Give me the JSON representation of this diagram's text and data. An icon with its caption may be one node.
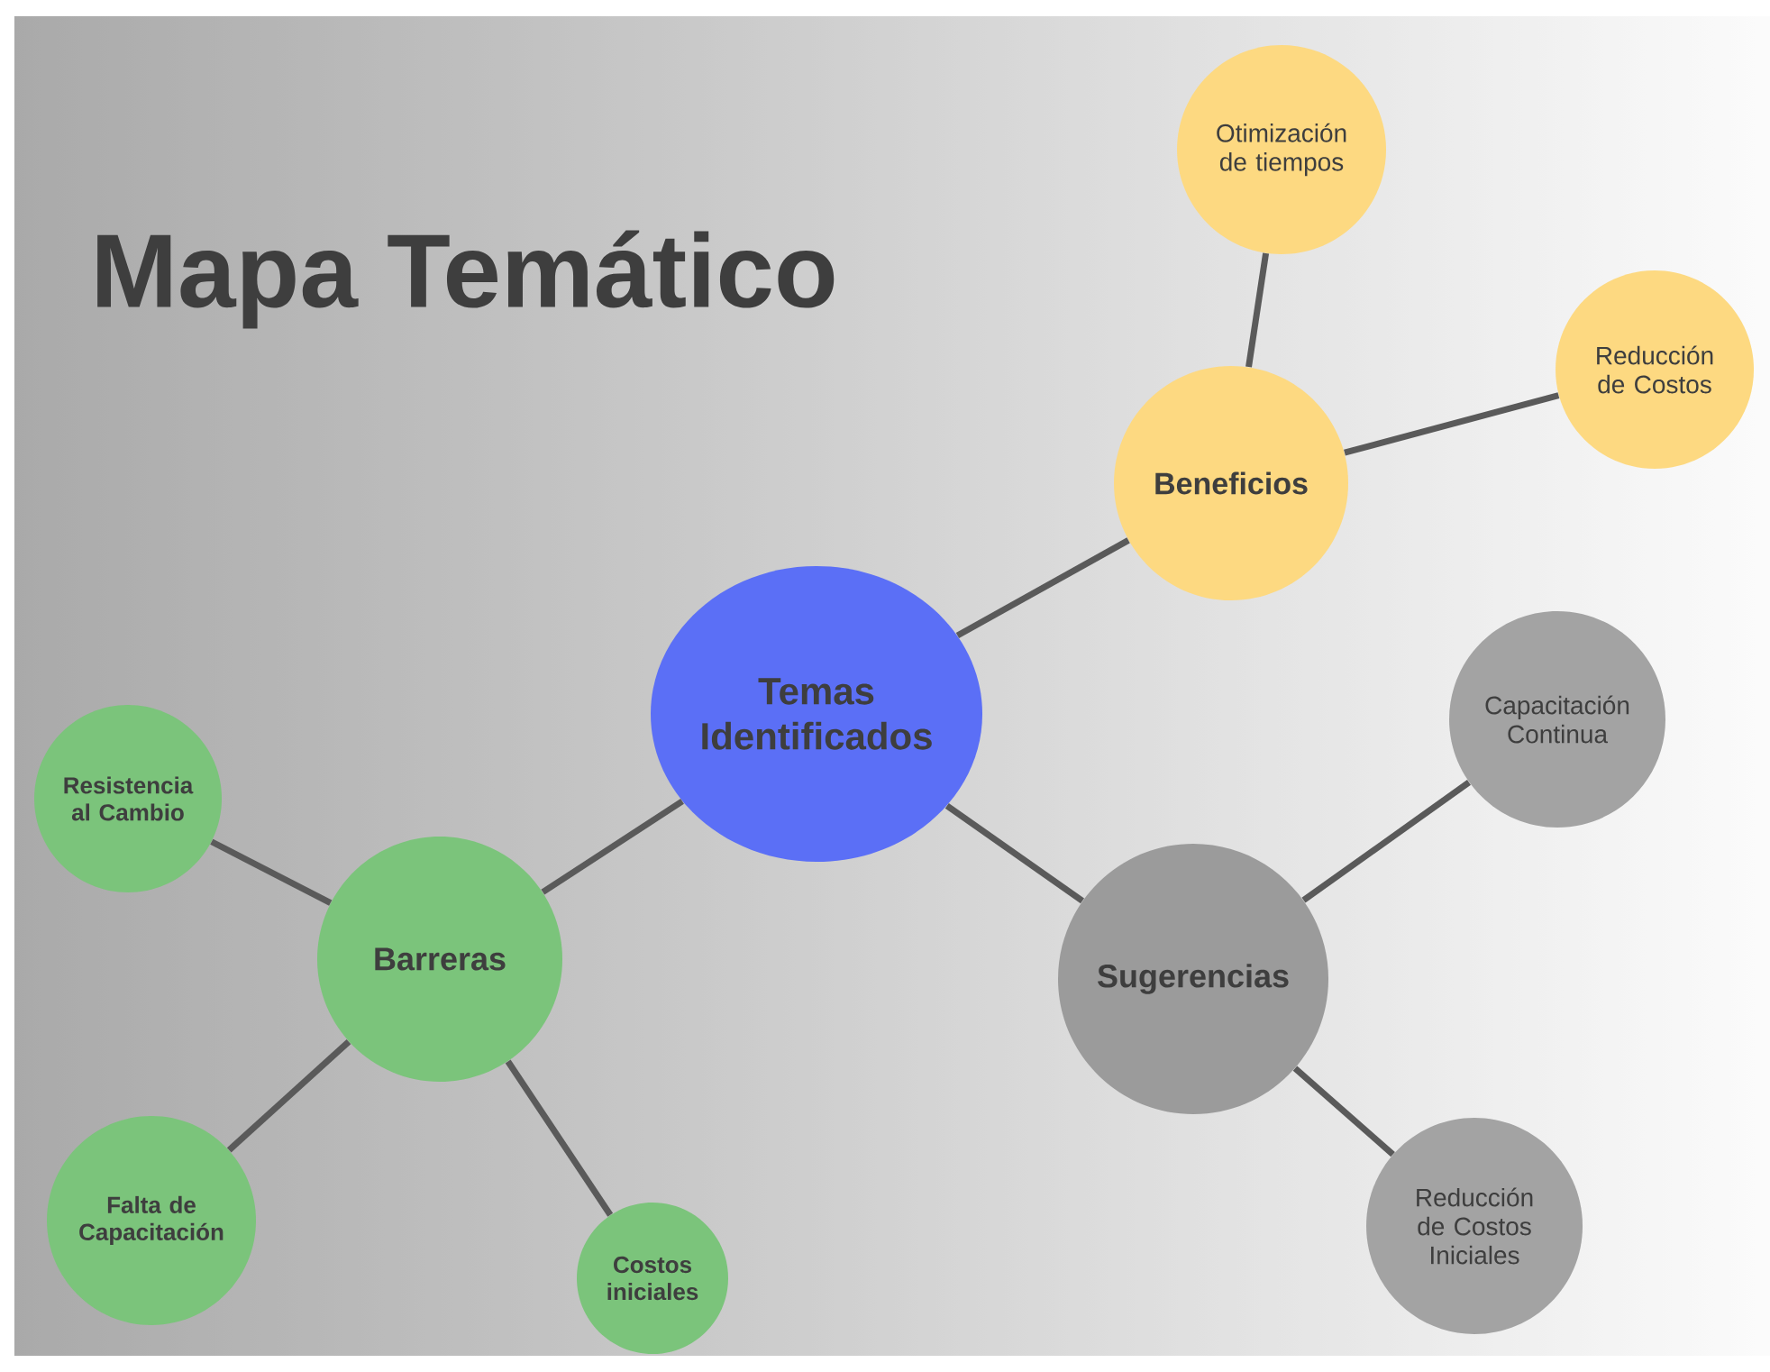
{
  "diagram": {
    "title": "Mapa Temático",
    "nodes": [
      {
        "text": [
          "Temas Identificados"
        ]
      },
      {
        "text": [
          "Beneficios"
        ]
      },
      {
        "text": [
          "Otimización de tiempos"
        ]
      },
      {
        "text": [
          "Reducción de Costos"
        ]
      },
      {
        "text": [
          "Sugerencias"
        ]
      },
      {
        "text": [
          "Capacitación Continua"
        ]
      },
      {
        "text": [
          "Reducción de Costos Iniciales"
        ]
      },
      {
        "text": [
          "Barreras"
        ]
      },
      {
        "text": [
          "Resistencia al Cambio"
        ]
      },
      {
        "text": [
          "Falta de Capacitación"
        ]
      },
      {
        "text": [
          "Costos iniciales"
        ]
      }
    ],
    "edges": [
      {
        "from": 0,
        "to": 1,
        "arrow": "none"
      },
      {
        "from": 1,
        "to": 2,
        "arrow": "none"
      },
      {
        "from": 1,
        "to": 3,
        "arrow": "none"
      },
      {
        "from": 0,
        "to": 4,
        "arrow": "none"
      },
      {
        "from": 4,
        "to": 5,
        "arrow": "none"
      },
      {
        "from": 4,
        "to": 6,
        "arrow": "none"
      },
      {
        "from": 0,
        "to": 7,
        "arrow": "none"
      },
      {
        "from": 7,
        "to": 8,
        "arrow": "none"
      },
      {
        "from": 7,
        "to": 9,
        "arrow": "none"
      },
      {
        "from": 7,
        "to": 10,
        "arrow": "none"
      }
    ]
  }
}
